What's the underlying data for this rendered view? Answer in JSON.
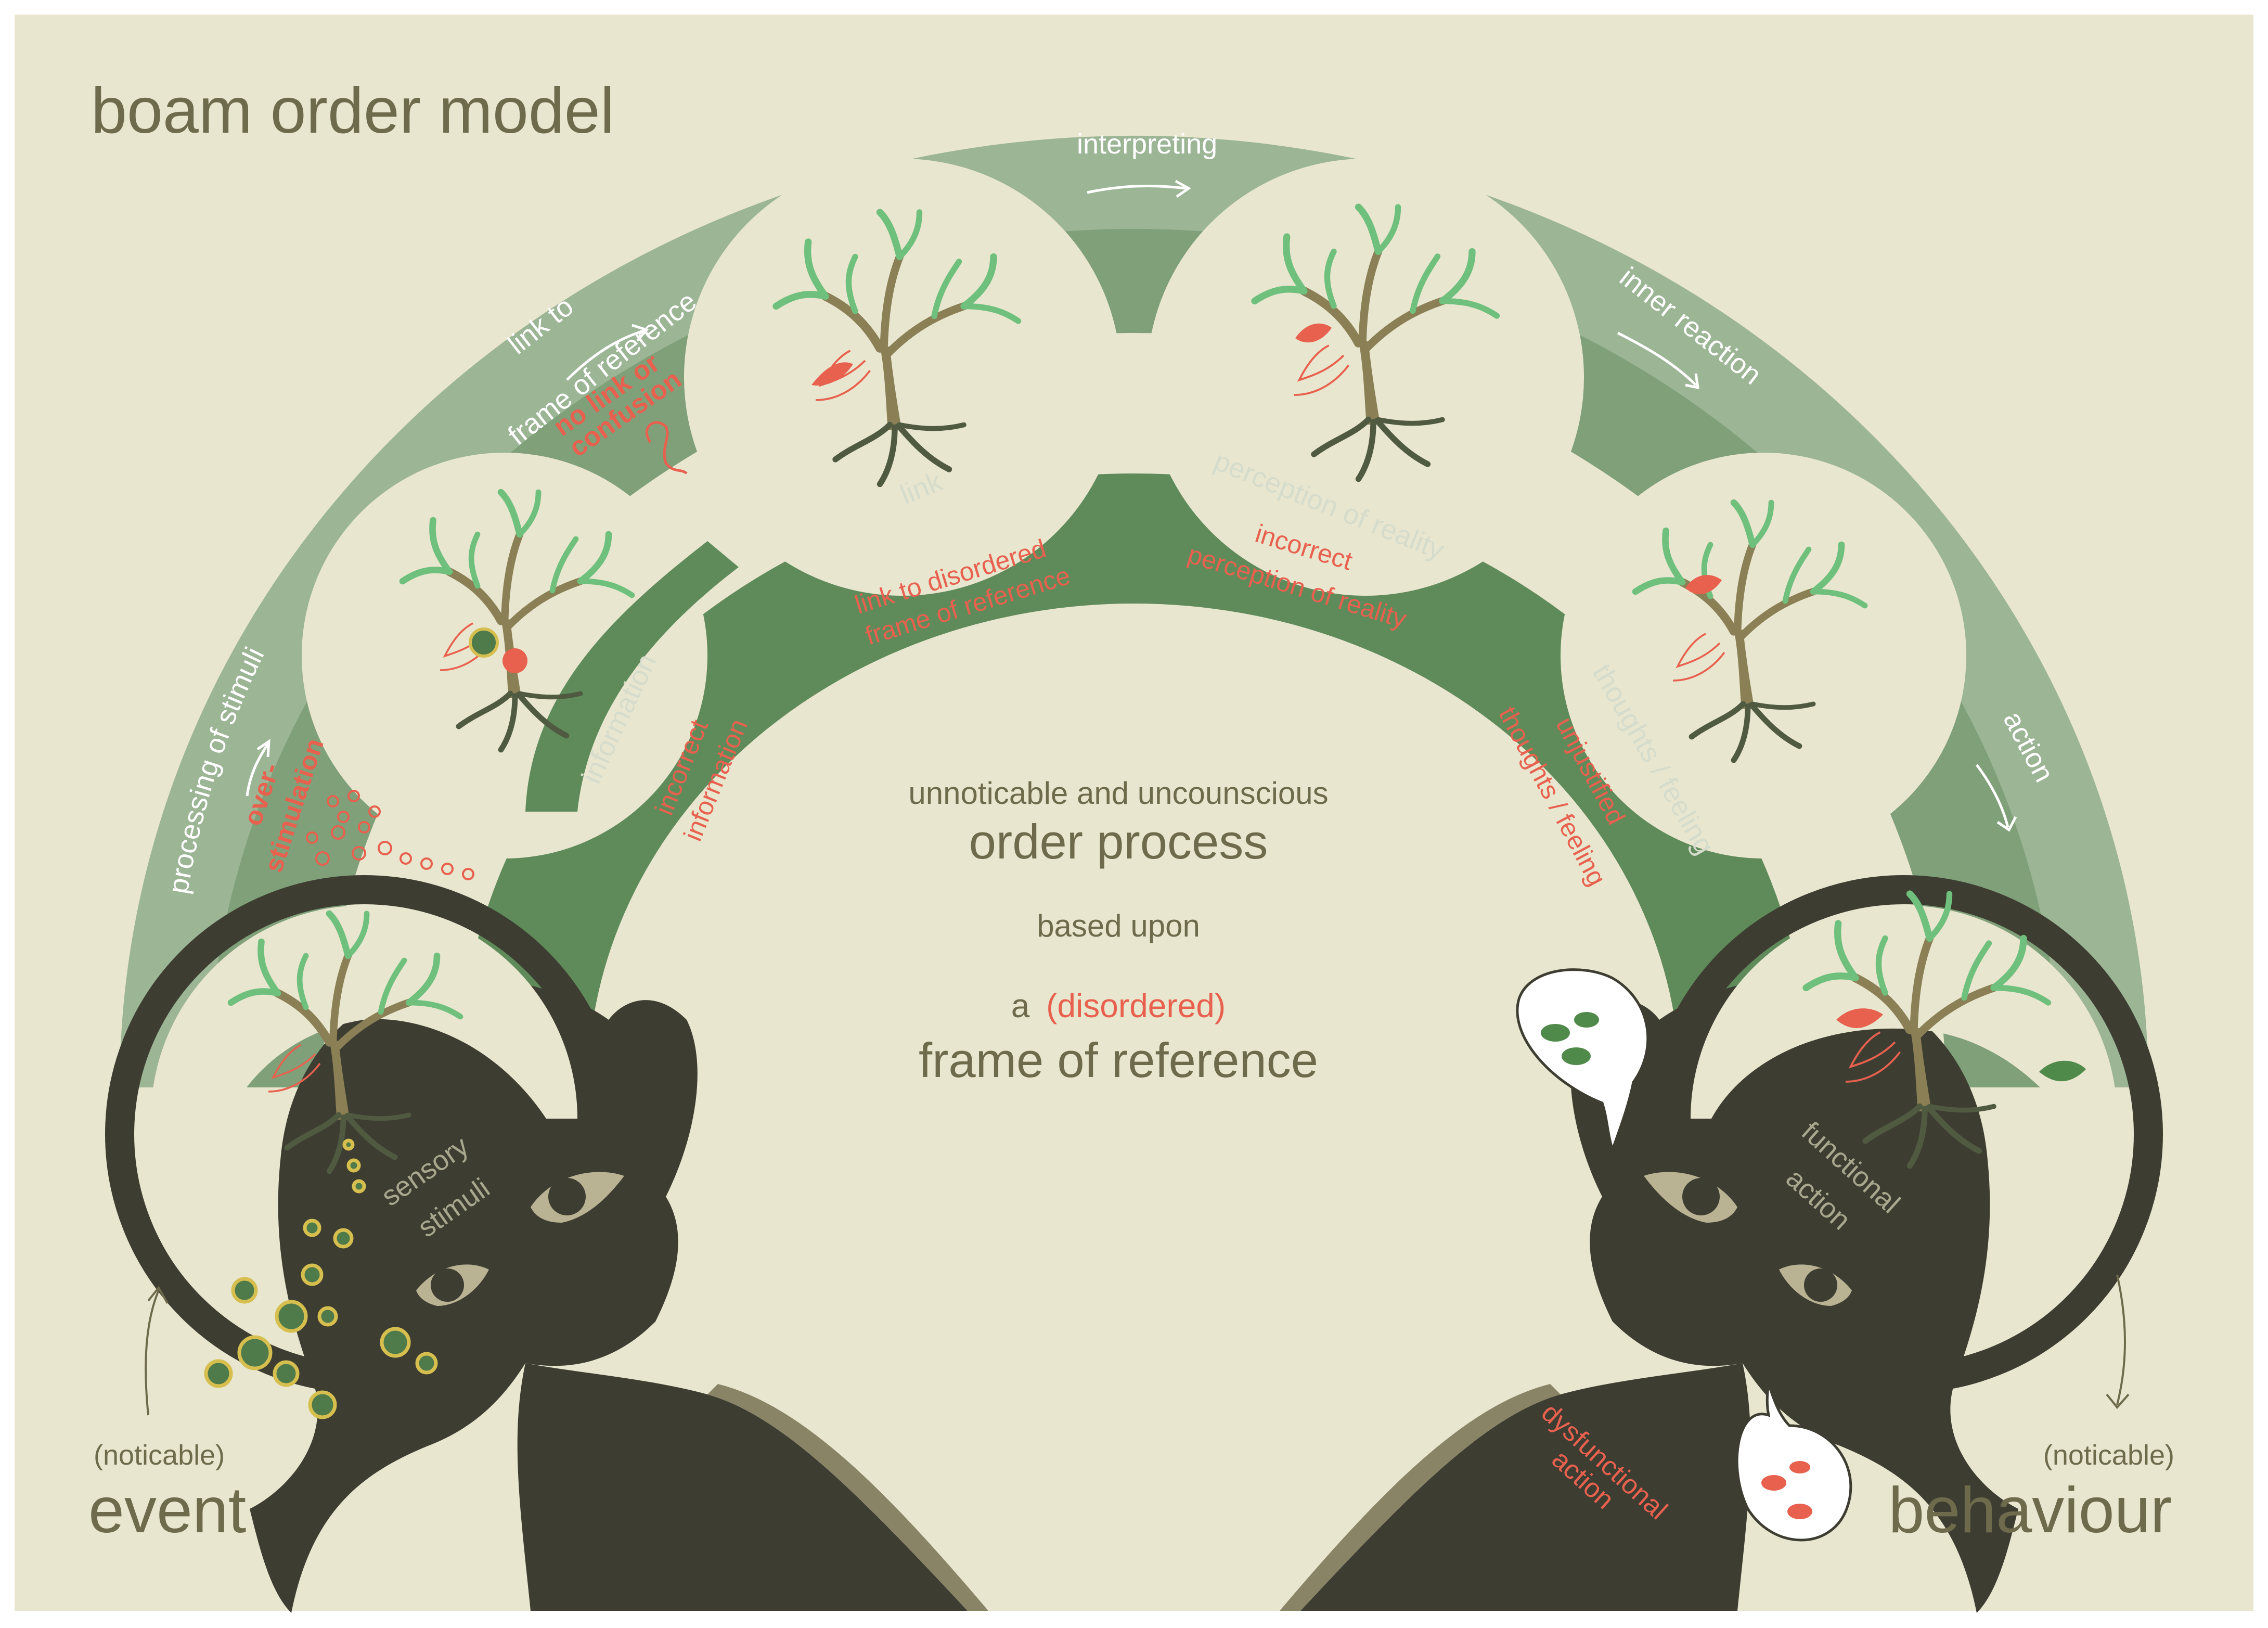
{
  "title": "boam order model",
  "outer_band": {
    "processing": "processing of stimuli",
    "link_line1": "link to",
    "link_line2": "frame of reference",
    "interpreting": "interpreting",
    "inner_reaction": "inner reaction",
    "action": "action"
  },
  "inner_band": {
    "information": "information",
    "link": "link",
    "perception": "perception of reality",
    "thoughts": "thoughts / feeling"
  },
  "disorder_labels": {
    "overstim_line1": "over-",
    "overstim_line2": "stimulation",
    "nolink_line1": "no link or",
    "nolink_line2": "confusion",
    "incorrect_info_line1": "incorrect",
    "incorrect_info_line2": "information",
    "link_disordered_line1": "link to disordered",
    "link_disordered_line2": "frame of reference",
    "incorrect_perc_line1": "incorrect",
    "incorrect_perc_line2": "perception of reality",
    "unjustified_line1": "unjustified",
    "unjustified_line2": "thoughts / feeling",
    "dysfunctional_line1": "dysfunctional",
    "dysfunctional_line2": "action"
  },
  "heads": {
    "sensory_line1": "sensory",
    "sensory_line2": "stimuli",
    "functional_line1": "functional",
    "functional_line2": "action"
  },
  "center": {
    "line1": "unnoticable and uncounscious",
    "line2": "order process",
    "line3": "based upon",
    "line4_prefix": "a",
    "line4_highlight": "(disordered)",
    "line5": "frame of reference"
  },
  "corners": {
    "event_note": "(noticable)",
    "event": "event",
    "behaviour_note": "(noticable)",
    "behaviour": "behaviour"
  },
  "colors": {
    "background": "#e9e6cf",
    "outer_band": "#9bb595",
    "mid_band": "#7fa079",
    "inner_band": "#5f8b5b",
    "dark": "#3d3d32",
    "text_dark": "#6e6a4c",
    "disorder_red": "#e8614f",
    "tree_trunk": "#8a7f55",
    "leaf_green": "#6fc07d"
  }
}
